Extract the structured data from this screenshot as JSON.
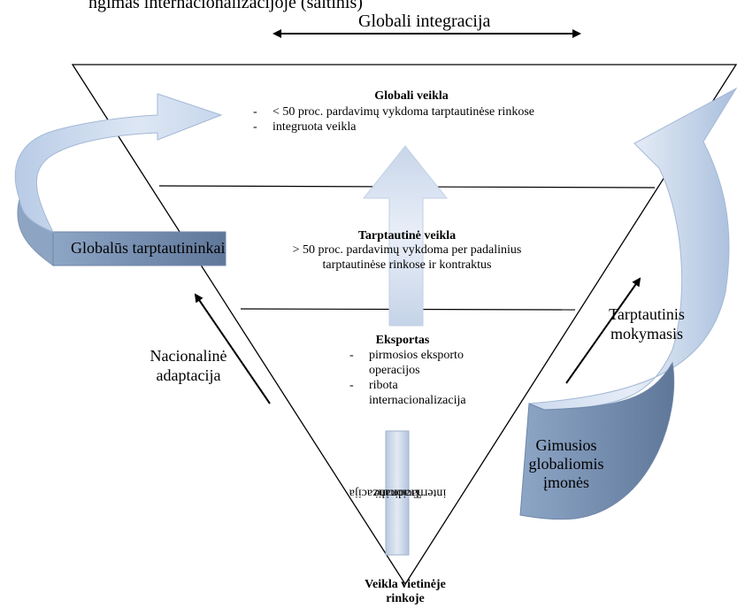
{
  "title_partial": "ngimas internacionalizacijoje (šaltinis)",
  "top_axis_label": "Globali integracija",
  "levels": {
    "global": {
      "title": "Globali veikla",
      "bullets": [
        "< 50 proc. pardavimų vykdoma tarptautinėse rinkose",
        "integruota veikla"
      ]
    },
    "international": {
      "title": "Tarptautinė veikla",
      "desc_line1": "> 50 proc. pardavimų vykdoma per padalinius",
      "desc_line2": "tarptautinėse rinkose ir kontraktus"
    },
    "export": {
      "title": "Eksportas",
      "bullet1_line1": "pirmosios eksporto",
      "bullet1_line2": "operacijos",
      "bullet2_line1": "ribota",
      "bullet2_line2": "internacionalizacija"
    },
    "domestic": {
      "line1": "Veikla vietinėje",
      "line2": "rinkoje"
    }
  },
  "left_arrow_label": "Globalūs tarptautininkai",
  "left_side": {
    "line1": "Nacionalinė",
    "line2": "adaptacija"
  },
  "right_side": {
    "line1": "Tarptautinis",
    "line2": "mokymasis"
  },
  "right_arrow_label": {
    "line1": "Gimusios",
    "line2": "globaliomis",
    "line3": "įmonės"
  },
  "vertical_label": {
    "line1": "Tradicinė",
    "line2": "internacionalizacija"
  },
  "colors": {
    "arrow_light": "#dce6f2",
    "arrow_mid": "#a9bdd9",
    "arrow_dark": "#6f86a8",
    "line": "#000000"
  }
}
